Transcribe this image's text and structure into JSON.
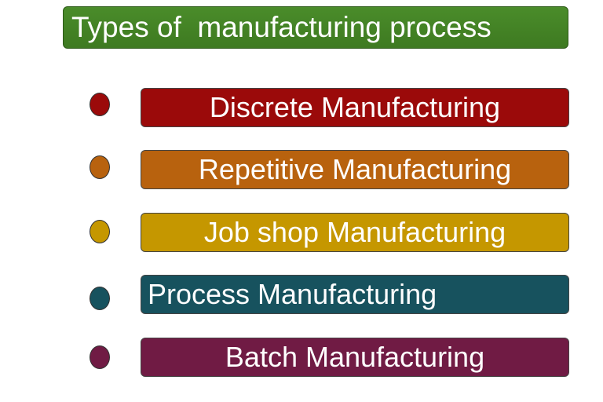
{
  "title": "Types of  manufacturing process",
  "colors": {
    "title_bg": "#3e7a21",
    "discrete": "#9b0a0a",
    "repetitive": "#b8620e",
    "job_shop": "#c59700",
    "process": "#17525e",
    "batch": "#701b44"
  },
  "items": [
    {
      "label": "Discrete Manufacturing",
      "color": "#9b0a0a"
    },
    {
      "label": "Repetitive Manufacturing",
      "color": "#b8620e"
    },
    {
      "label": "Job shop Manufacturing",
      "color": "#c59700"
    },
    {
      "label": "Process Manufacturing",
      "color": "#17525e"
    },
    {
      "label": "Batch Manufacturing",
      "color": "#701b44"
    }
  ]
}
